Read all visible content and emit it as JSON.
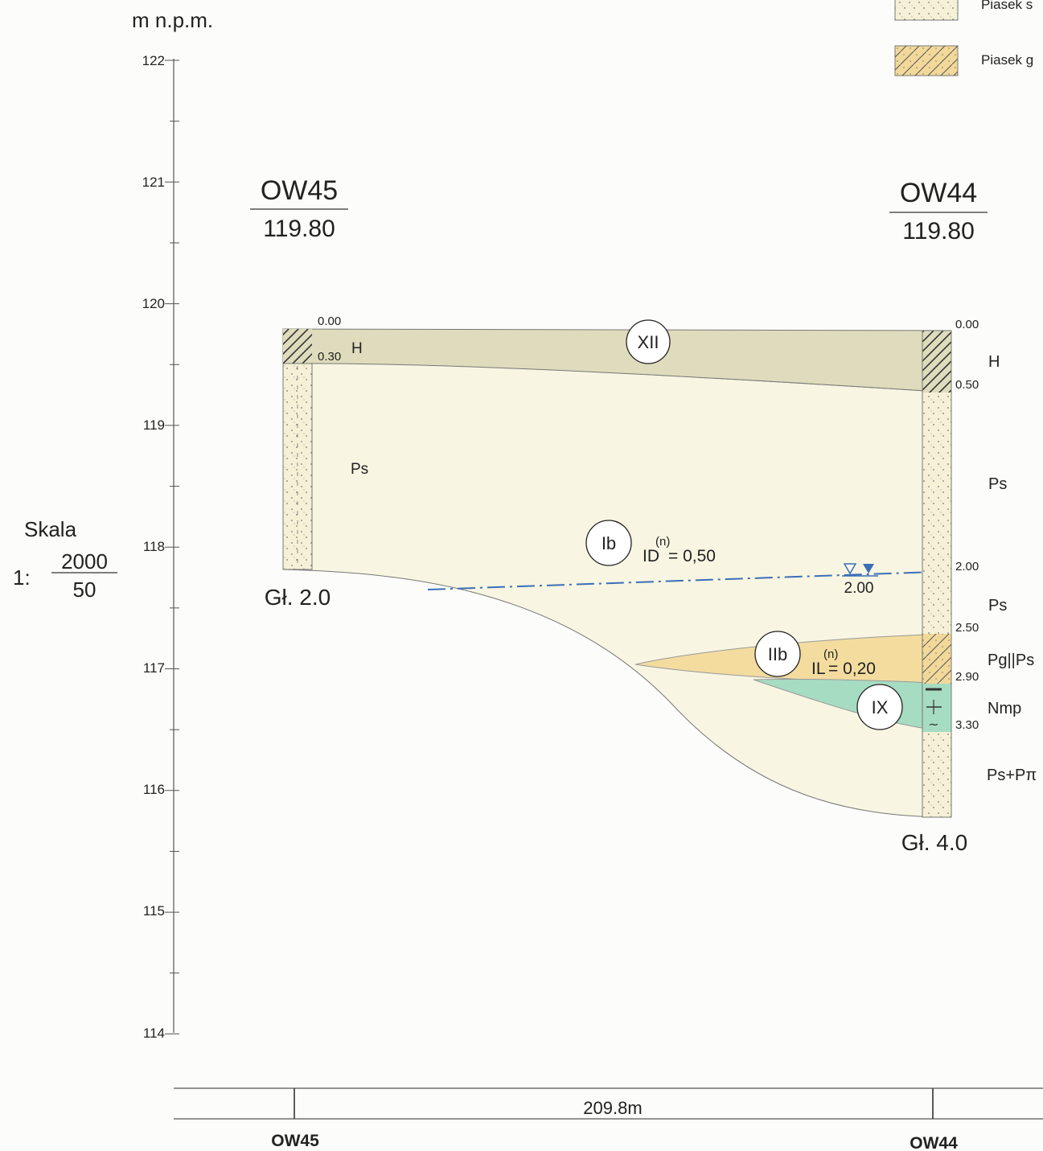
{
  "axis": {
    "unit": "m n.p.m.",
    "ticks": [
      "122",
      "121",
      "120",
      "119",
      "118",
      "117",
      "116",
      "115",
      "114"
    ]
  },
  "scale": {
    "label": "Skala",
    "prefix": "1:",
    "horizontal": "2000",
    "vertical": "50"
  },
  "legend": [
    {
      "label": "Piasek s",
      "color": "#f6f1d6",
      "pattern": "dots"
    },
    {
      "label": "Piasek g",
      "color": "#f2d99a",
      "pattern": "dots-hatch"
    }
  ],
  "boreholes": [
    {
      "id": "OW45",
      "elevation": "119.80",
      "depth_label": "Gł. 2.0",
      "depth_marks": [
        "0.00",
        "0.30"
      ],
      "layer_codes": [
        "H",
        "Ps"
      ]
    },
    {
      "id": "OW44",
      "elevation": "119.80",
      "depth_label": "Gł. 4.0",
      "depth_marks": [
        "0.00",
        "0.50",
        "2.00",
        "2.50",
        "2.90",
        "3.30"
      ],
      "layer_codes": [
        "H",
        "Ps",
        "Ps",
        "Pg||Ps",
        "Nmp",
        "Ps+Pπ"
      ]
    }
  ],
  "layers": [
    {
      "code": "XII",
      "name": "H",
      "color": "#dedcbc"
    },
    {
      "code": "Ib",
      "name": "Ps",
      "parameter": "ID",
      "superscript": "(n)",
      "value": "= 0,50",
      "color": "#f8f5e2"
    },
    {
      "code": "IIb",
      "name": "Pg||Ps",
      "parameter": "IL",
      "superscript": "(n)",
      "value": "= 0,20",
      "color": "#f3dc9e"
    },
    {
      "code": "IX",
      "name": "Nmp",
      "color": "#a6dcc2"
    }
  ],
  "groundwater": {
    "depth": "2.00",
    "color": "#3a6fb8"
  },
  "distance": {
    "value": "209.8m",
    "left": "OW45",
    "right": "OW44"
  },
  "colors": {
    "axis": "#555555",
    "outline": "#555555",
    "hatch": "#333333"
  }
}
